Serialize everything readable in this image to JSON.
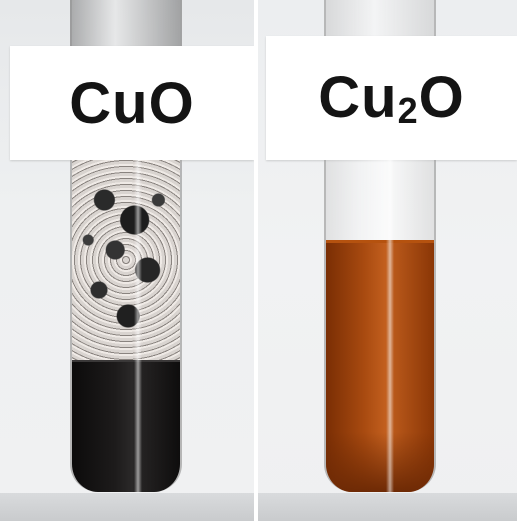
{
  "labels": {
    "left": {
      "main": "CuO"
    },
    "right": {
      "prefix": "Cu",
      "subscript": "2",
      "suffix": "O"
    }
  },
  "colors": {
    "cuo_liquid": "#1a1818",
    "cu2o_liquid": "#b0531a",
    "label_card": "#ffffff",
    "label_text": "#141414"
  }
}
